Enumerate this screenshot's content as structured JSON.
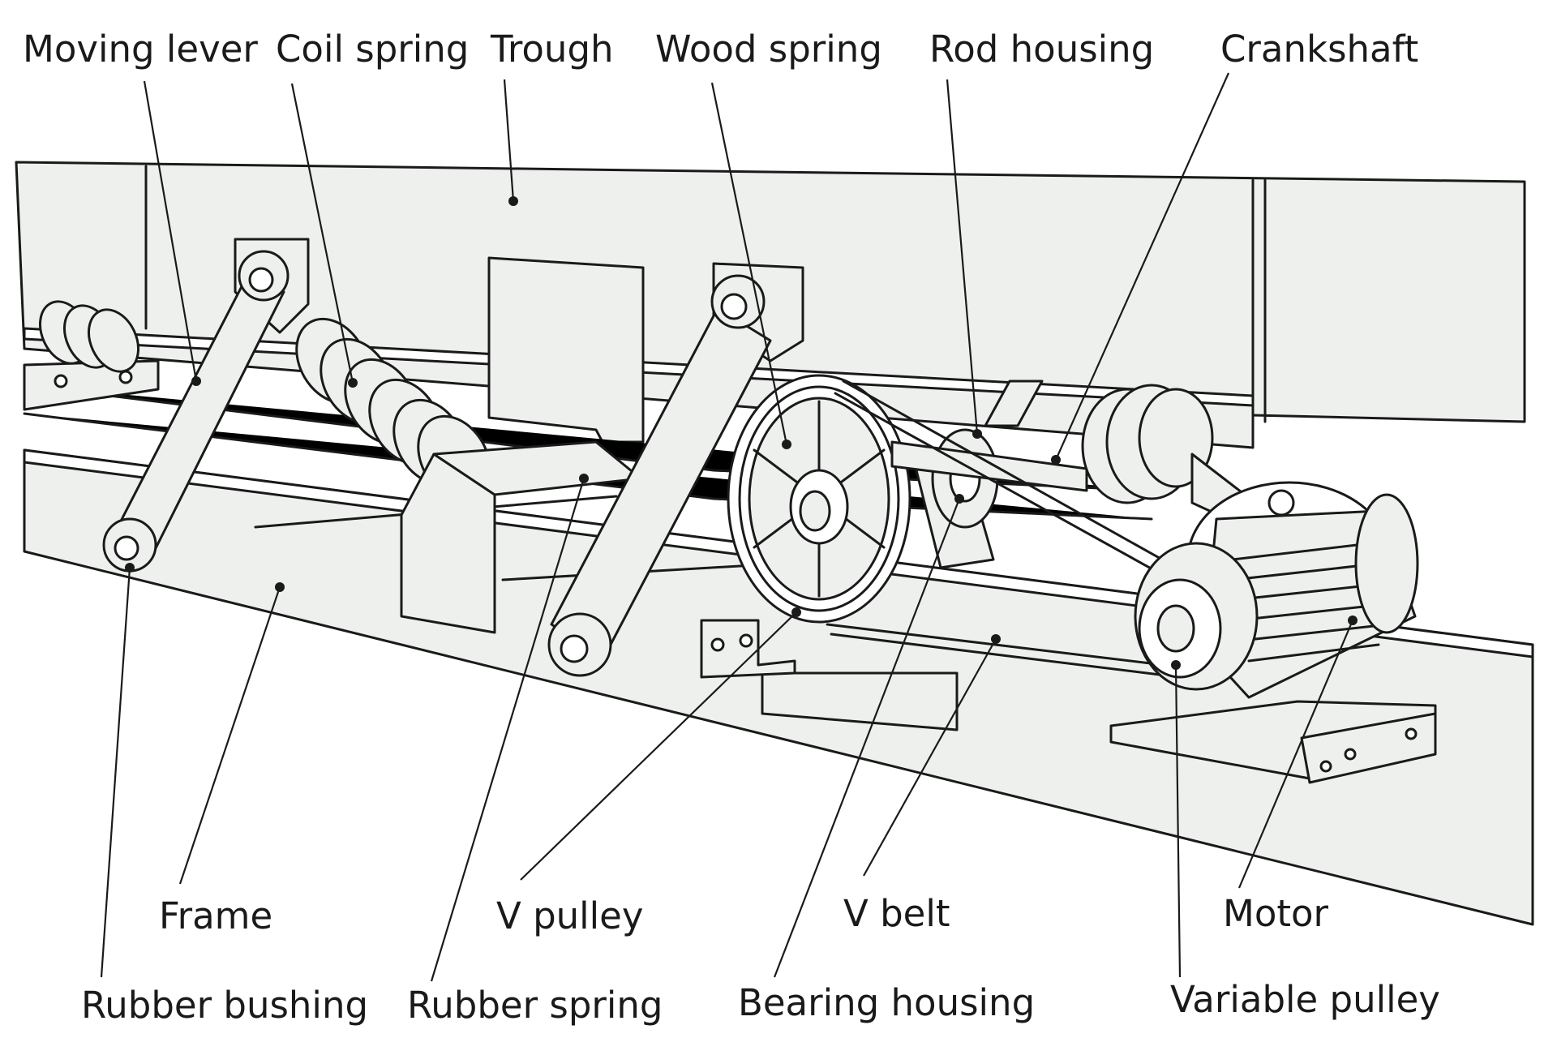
{
  "labels": {
    "moving_lever": "Moving lever",
    "coil_spring": "Coil spring",
    "trough": "Trough",
    "wood_spring": "Wood spring",
    "rod_housing": "Rod housing",
    "crankshaft": "Crankshaft",
    "frame": "Frame",
    "v_pulley": "V pulley",
    "v_belt": "V belt",
    "motor": "Motor",
    "rubber_bushing": "Rubber bushing",
    "rubber_spring": "Rubber spring",
    "bearing_housing": "Bearing housing",
    "variable_pulley": "Variable pulley"
  },
  "colors": {
    "ink": "#1a1a1a",
    "panel_fill": "#eef0ee",
    "background": "#ffffff"
  }
}
